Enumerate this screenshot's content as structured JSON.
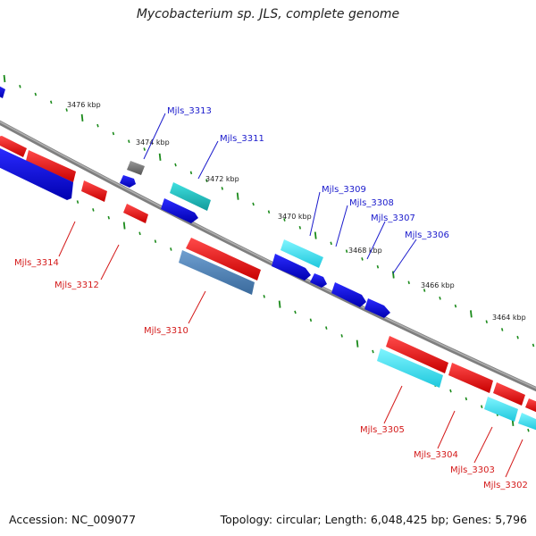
{
  "title": "Mycobacterium sp. JLS, complete genome",
  "accession_text": "Accession: NC_009077",
  "stats_text": "Topology: circular; Length: 6,048,425 bp; Genes: 5,796",
  "colors": {
    "backbone": "#7f7f7f",
    "tick": "#1a8a1a",
    "label_forward": "#1a1acc",
    "label_reverse": "#d41a1a",
    "kbp_label": "#222222"
  },
  "kbp_labels": [
    "3476 kbp",
    "3474 kbp",
    "3472 kbp",
    "3470 kbp",
    "3468 kbp",
    "3466 kbp",
    "3464 kbp"
  ],
  "gene_labels_forward": [
    "Mjls_3313",
    "Mjls_3311",
    "Mjls_3309",
    "Mjls_3308",
    "Mjls_3307",
    "Mjls_3306"
  ],
  "gene_labels_reverse": [
    "Mjls_3314",
    "Mjls_3312",
    "Mjls_3310",
    "Mjls_3305",
    "Mjls_3304",
    "Mjls_3303",
    "Mjls_3302"
  ]
}
